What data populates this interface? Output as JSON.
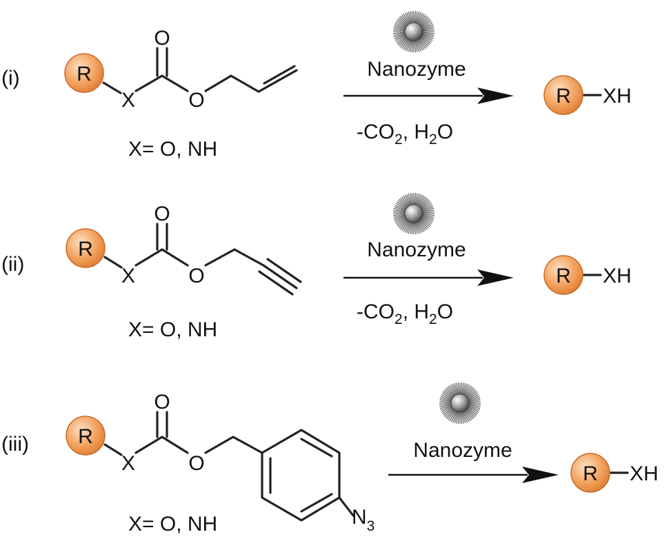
{
  "reactions": [
    {
      "label": "(i)",
      "group": "R",
      "x_atom": "X",
      "carbonyl_o": "O",
      "ester_o": "O",
      "condition_text": "X= O, NH",
      "reagent": "Nanozyme",
      "byproducts_prefix": "-CO",
      "byproducts_sub1": "2",
      "byproducts_mid": ", H",
      "byproducts_sub2": "2",
      "byproducts_suffix": "O",
      "product_group": "R",
      "product_xh": "XH"
    },
    {
      "label": "(ii)",
      "group": "R",
      "x_atom": "X",
      "carbonyl_o": "O",
      "ester_o": "O",
      "condition_text": "X= O, NH",
      "reagent": "Nanozyme",
      "byproducts_prefix": "-CO",
      "byproducts_sub1": "2",
      "byproducts_mid": ", H",
      "byproducts_sub2": "2",
      "byproducts_suffix": "O",
      "product_group": "R",
      "product_xh": "XH"
    },
    {
      "label": "(iii)",
      "group": "R",
      "x_atom": "X",
      "carbonyl_o": "O",
      "ester_o": "O",
      "condition_text": "X= O, NH",
      "azide": "N",
      "azide_sub": "3",
      "reagent": "Nanozyme",
      "product_group": "R",
      "product_xh": "XH"
    }
  ],
  "colors": {
    "r_group_fill": "#f0a060",
    "r_group_stroke": "#c86a28",
    "text": "#111111"
  },
  "icons": {
    "nanozyme": "nanoparticle-sphere-icon"
  }
}
